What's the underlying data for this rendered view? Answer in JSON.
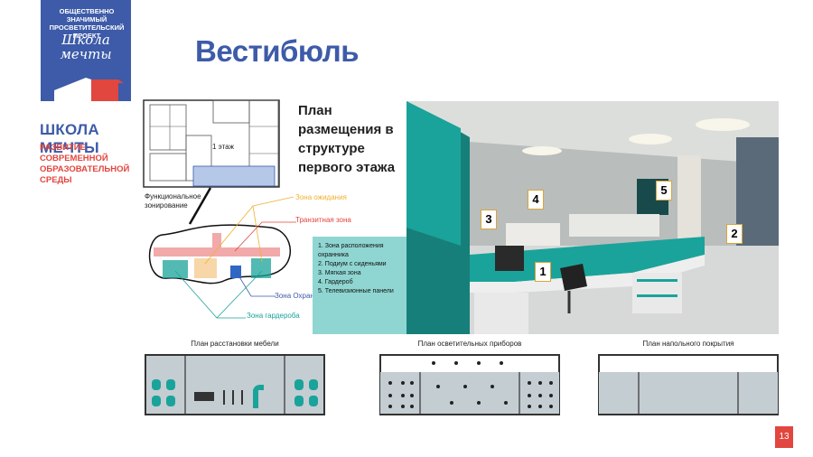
{
  "brand": {
    "tagline": "ОБЩЕСТВЕННО ЗНАЧИМЫЙ ПРОСВЕТИТЕЛЬСКИЙ ПРОЕКТ",
    "logo_text": "Школа мечты",
    "name": "ШКОЛА МЕЧТЫ",
    "subtitle": "РАЗВИТИЕ СОВРЕМЕННОЙ ОБРАЗОВАТЕЛЬНОЙ СРЕДЫ",
    "colors": {
      "blue": "#3d5ba8",
      "red": "#e1463f",
      "teal": "#1aa39a"
    }
  },
  "page": {
    "title": "Вестибюль",
    "number": "13"
  },
  "floor_plan": {
    "title": "План размещения в структуре первого этажа",
    "floor_label": "1 этаж",
    "functional_label": "Функциональное зонирование"
  },
  "zones": {
    "waiting": "Зона ожидания",
    "transit": "Транзитная зона",
    "security": "Зона Охраны",
    "wardrobe": "Зона гардероба"
  },
  "legend": [
    "1. Зона расположения охранника",
    "2. Подиум с сиденьями",
    "3. Мягкая зона",
    "4. Гардероб",
    "5. Телевизионные панели"
  ],
  "render_markers": [
    "1",
    "2",
    "3",
    "4",
    "5"
  ],
  "bottom_plans": {
    "furniture": "План расстановки мебели",
    "lighting": "План осветительных приборов",
    "flooring": "План напольного покрытия"
  }
}
